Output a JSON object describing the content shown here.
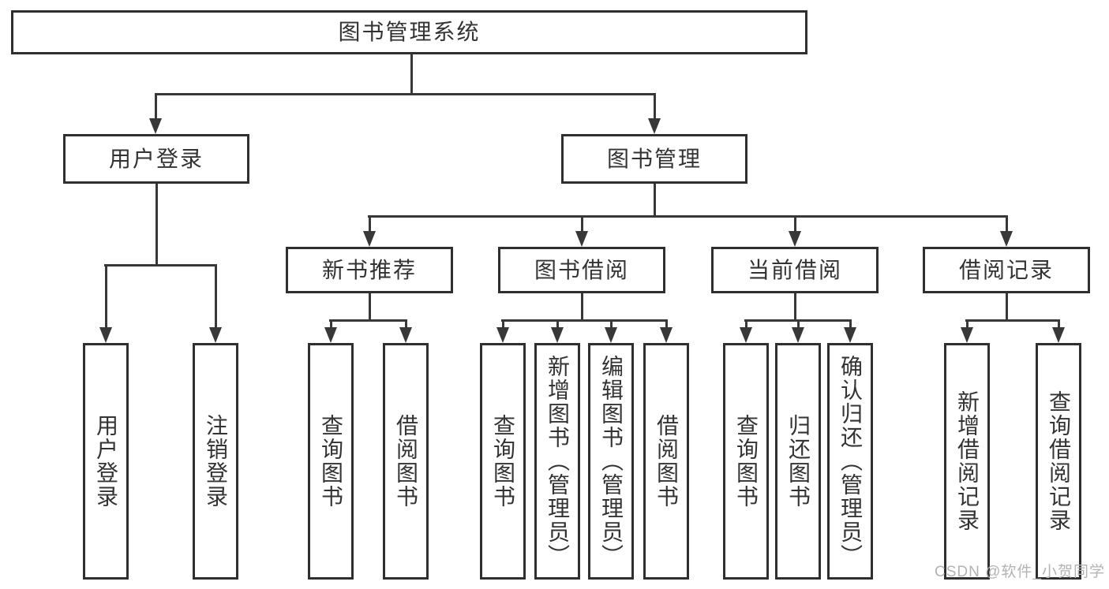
{
  "diagram": {
    "title": "图书管理系统",
    "root": "图书管理系统",
    "branches": [
      {
        "label": "用户登录",
        "leaves": [
          "用户登录",
          "注销登录"
        ]
      },
      {
        "label": "图书管理",
        "groups": [
          {
            "label": "新书推荐",
            "leaves": [
              "查询图书",
              "借阅图书"
            ]
          },
          {
            "label": "图书借阅",
            "leaves": [
              "查询图书",
              "新增图书（管理员）",
              "编辑图书（管理员）",
              "借阅图书"
            ]
          },
          {
            "label": "当前借阅",
            "leaves": [
              "查询图书",
              "归还图书",
              "确认归还（管理员）"
            ]
          },
          {
            "label": "借阅记录",
            "leaves": [
              "新增借阅记录",
              "查询借阅记录"
            ]
          }
        ]
      }
    ],
    "watermark": "CSDN @软件_小贺同学",
    "colors": {
      "background": "#ffffff",
      "box_border": "#2f2f2f",
      "line": "#383838",
      "text": "#333333",
      "watermark": "#b3b3b3"
    }
  }
}
